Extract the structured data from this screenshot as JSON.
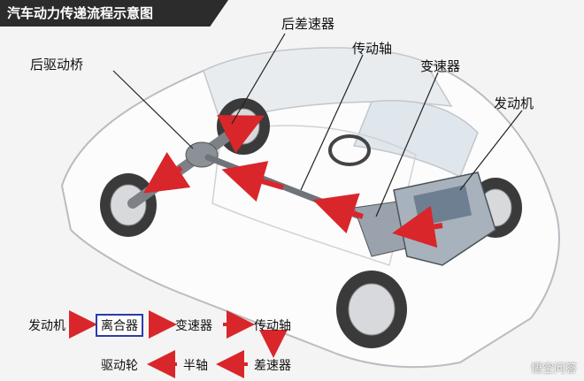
{
  "title": "汽车动力传递流程示意图",
  "callouts": {
    "rear_axle": "后驱动桥",
    "rear_diff": "后差速器",
    "driveshaft": "传动轴",
    "transmission": "变速器",
    "engine": "发动机"
  },
  "flow": {
    "row1": [
      "发动机",
      "离合器",
      "变速器",
      "传动轴"
    ],
    "row2": [
      "驱动轮",
      "半轴",
      "差速器"
    ],
    "highlighted": "离合器"
  },
  "watermark": "悟空问答",
  "colors": {
    "arrow": "#d9262b",
    "banner": "#2c2c2c",
    "highlight_border": "#2a3ca8"
  }
}
